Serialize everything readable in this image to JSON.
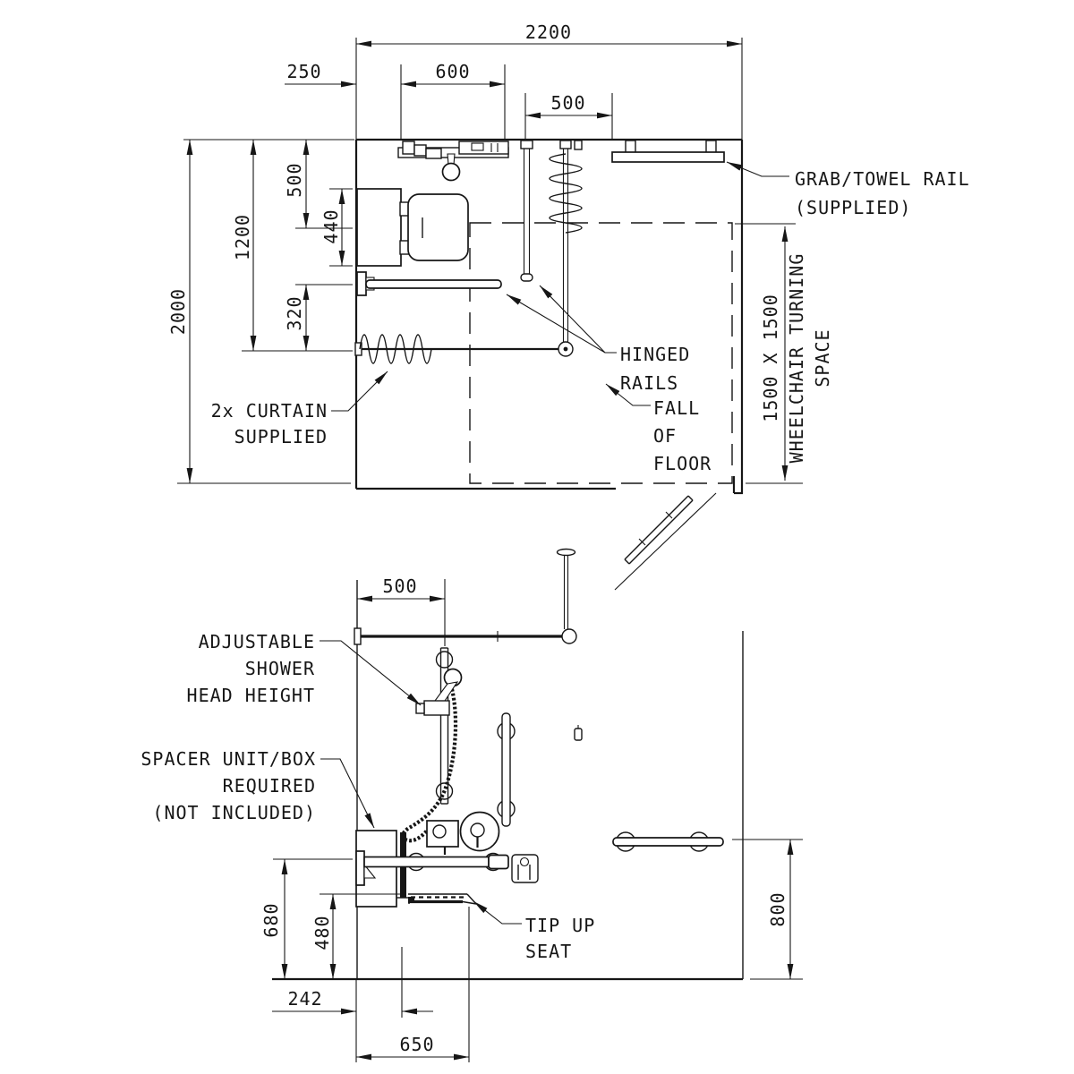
{
  "colors": {
    "ink": "#161616",
    "paper": "#ffffff"
  },
  "plan": {
    "dims": {
      "overall_width": "2200",
      "left_offset": "250",
      "fixture_span": "600",
      "rail_spacing": "500",
      "room_depth": "2000",
      "wall_to_curtain_rail": "1200",
      "wall_to_pan_centre": "500",
      "pan_depth": "440",
      "rail_to_curtain": "320",
      "turning_space": "1500 X 1500"
    },
    "labels": {
      "grab_rail_1": "GRAB/TOWEL RAIL",
      "grab_rail_2": "(SUPPLIED)",
      "hinged_1": "HINGED",
      "hinged_2": "RAILS",
      "fall_1": "FALL",
      "fall_2": "OF",
      "fall_3": "FLOOR",
      "curtain_1": "2x CURTAIN",
      "curtain_2": "SUPPLIED",
      "turning_2": "WHEELCHAIR TURNING",
      "turning_3": "SPACE"
    }
  },
  "elevation": {
    "dims": {
      "rail_offset": "500",
      "hinged_rail_height": "680",
      "seat_height": "480",
      "spacer_depth": "242",
      "seat_projection": "650",
      "grab_rail_height": "800"
    },
    "labels": {
      "shower_1": "ADJUSTABLE",
      "shower_2": "SHOWER",
      "shower_3": "HEAD HEIGHT",
      "spacer_1": "SPACER UNIT/BOX",
      "spacer_2": "REQUIRED",
      "spacer_3": "(NOT INCLUDED)",
      "seat_1": "TIP UP",
      "seat_2": "SEAT"
    }
  }
}
